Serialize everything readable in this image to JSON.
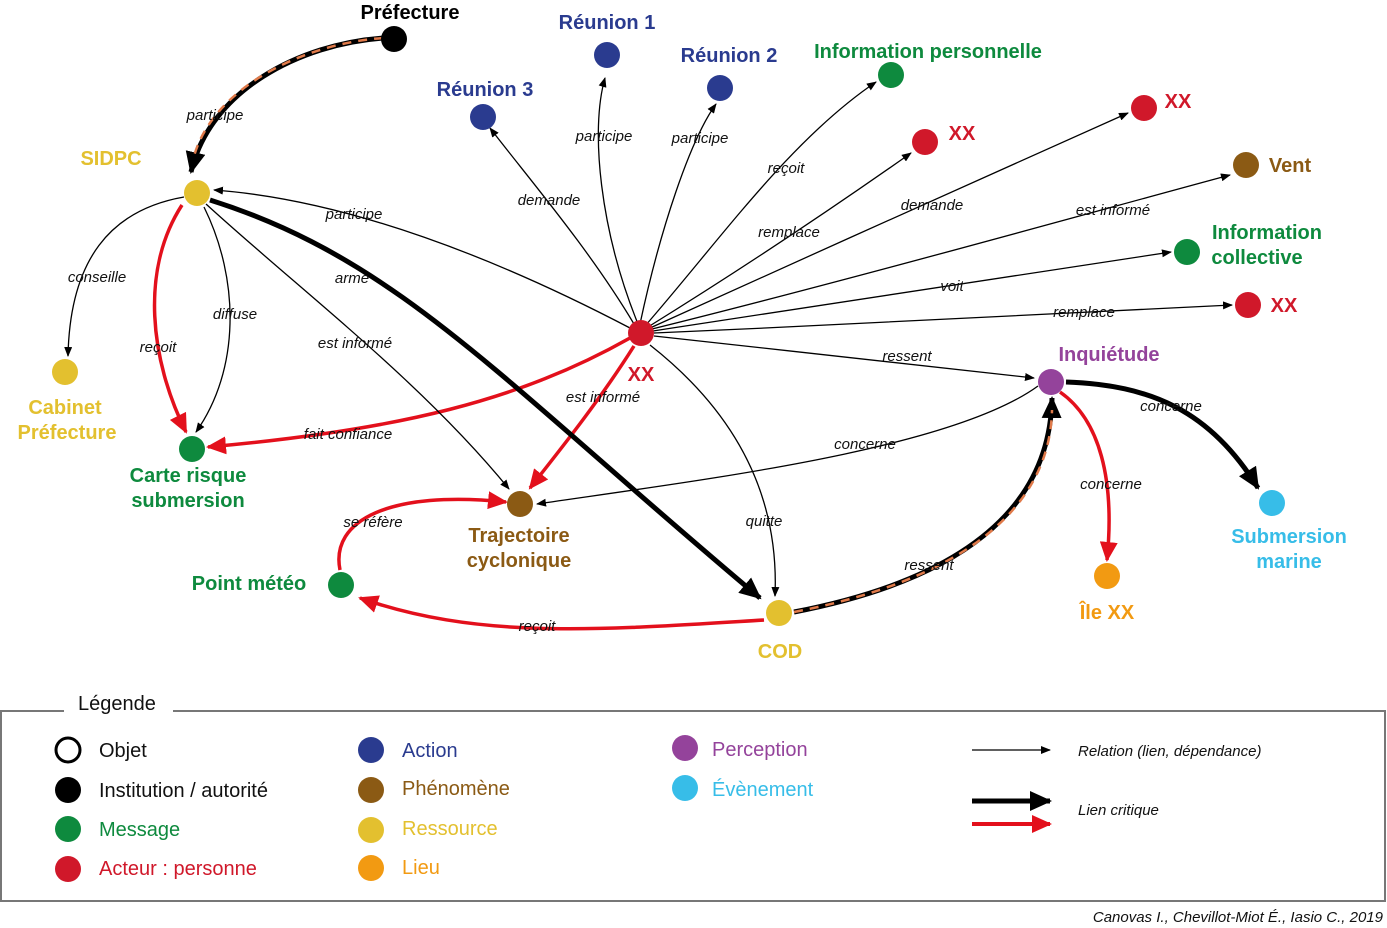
{
  "colors": {
    "institution": "#000000",
    "message": "#0e8a3e",
    "actor": "#d0182a",
    "action": "#2a3b8f",
    "phenomene": "#8b5a14",
    "ressource": "#e3c02f",
    "lieu": "#f29a12",
    "perception": "#94439b",
    "evenement": "#37bde8",
    "critical_red": "#e3101c",
    "dash_accent": "#e07a4a",
    "legend_border": "#777777"
  },
  "nodes": {
    "prefecture": "Préfecture",
    "reunion1": "Réunion 1",
    "reunion2": "Réunion 2",
    "reunion3": "Réunion 3",
    "info_perso": "Information personnelle",
    "xx_a": "XX",
    "xx_b": "XX",
    "vent": "Vent",
    "info_coll_1": "Information",
    "info_coll_2": "collective",
    "xx_c": "XX",
    "sidpc": "SIDPC",
    "cabinet_1": "Cabinet",
    "cabinet_2": "Préfecture",
    "carte_1": "Carte risque",
    "carte_2": "submersion",
    "xx_center": "XX",
    "inquietude": "Inquiétude",
    "trajectoire_1": "Trajectoire",
    "trajectoire_2": "cyclonique",
    "point_meteo": "Point météo",
    "cod": "COD",
    "ile": "Île XX",
    "submersion_1": "Submersion",
    "submersion_2": "marine"
  },
  "edges": {
    "participe_pref": "participe",
    "participe_r1": "participe",
    "participe_r2": "participe",
    "demande_r3": "demande",
    "recoit_info": "reçoit",
    "remplace_xxa": "remplace",
    "demande_xxb": "demande",
    "est_informe_vent": "est informé",
    "voit": "voit",
    "remplace_xxc": "remplace",
    "participe_sidpc": "participe",
    "arme": "arme",
    "conseille": "conseille",
    "recoit_carte": "reçoit",
    "diffuse": "diffuse",
    "est_informe_traj_sidpc": "est informé",
    "est_informe_traj_xx": "est informé",
    "fait_confiance": "fait confiance",
    "ressent_xx": "ressent",
    "quitte": "quitte",
    "concerne_traj": "concerne",
    "concerne_sub": "concerne",
    "concerne_ile": "concerne",
    "se_refere": "se réfère",
    "recoit_meteo": "reçoit",
    "ressent_cod": "ressent"
  },
  "legend": {
    "title": "Légende",
    "objet": "Objet",
    "institution": "Institution / autorité",
    "message": "Message",
    "acteur": "Acteur : personne",
    "action": "Action",
    "phenomene": "Phénomène",
    "ressource": "Ressource",
    "lieu": "Lieu",
    "perception": "Perception",
    "evenement": "Évènement",
    "relation": "Relation (lien, dépendance)",
    "lien_critique": "Lien critique"
  },
  "credit": "Canovas I., Chevillot-Miot É., Iasio C., 2019"
}
